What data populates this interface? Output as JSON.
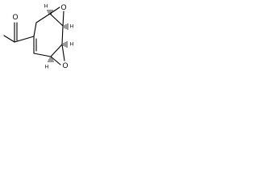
{
  "molecule": {
    "oxygen_top": "O",
    "oxygen_bottom": "O",
    "oxygen_carbonyl": "O",
    "hydrogens": [
      "H",
      "H",
      "H",
      "H"
    ]
  },
  "colors": {
    "ink": "#000000",
    "background": "#ffffff"
  }
}
